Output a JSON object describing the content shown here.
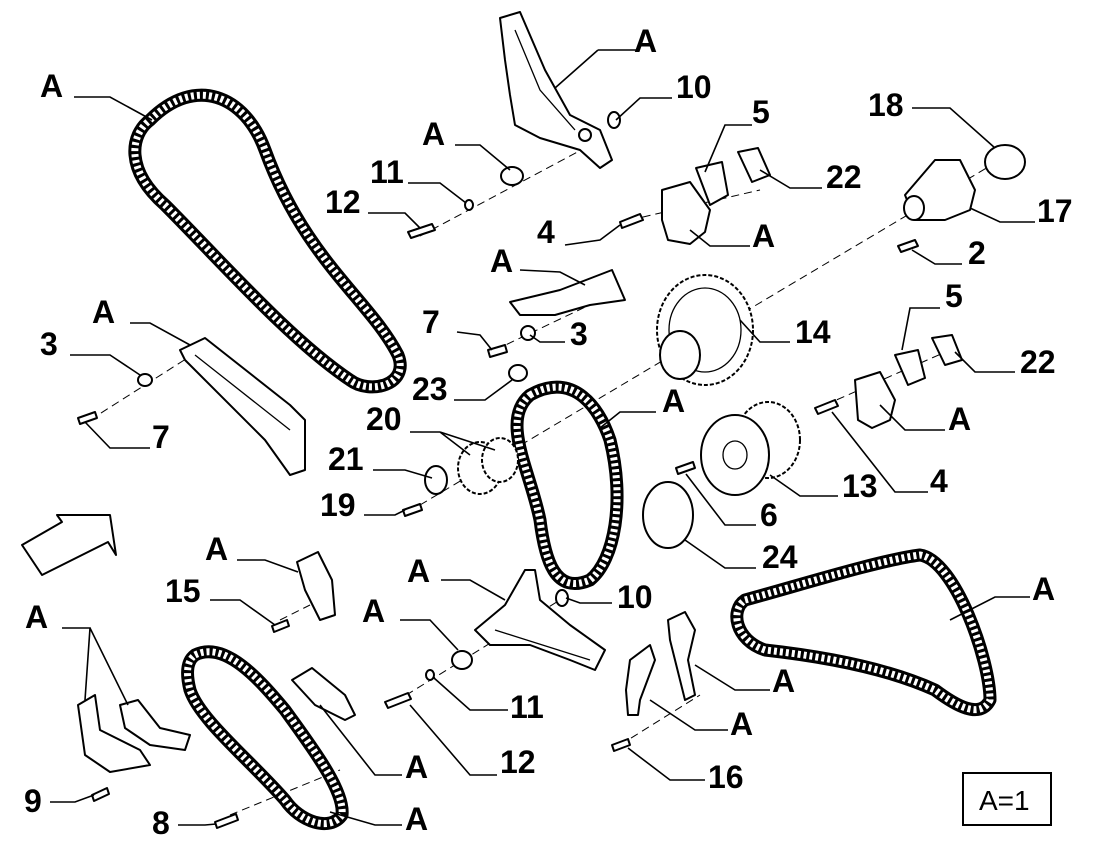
{
  "diagram": {
    "callouts": {
      "A": "A",
      "n2": "2",
      "n3": "3",
      "n4": "4",
      "n5": "5",
      "n6": "6",
      "n7": "7",
      "n8": "8",
      "n9": "9",
      "n10": "10",
      "n11": "11",
      "n12": "12",
      "n13": "13",
      "n14": "14",
      "n15": "15",
      "n16": "16",
      "n17": "17",
      "n18": "18",
      "n19": "19",
      "n20": "20",
      "n21": "21",
      "n22": "22",
      "n23": "23",
      "n24": "24"
    },
    "legend": "A=1"
  }
}
